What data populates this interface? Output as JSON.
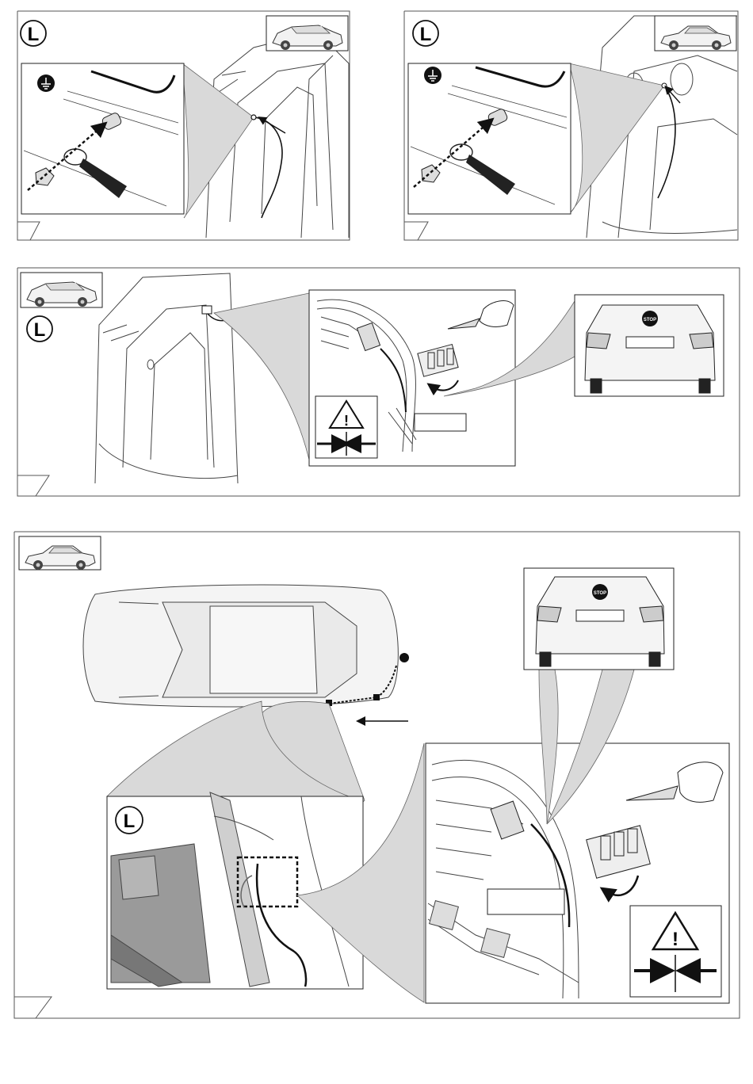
{
  "panels": {
    "p1": {
      "side_marker": "L"
    },
    "p2": {
      "side_marker": "L"
    },
    "p3": {
      "side_marker": "L",
      "stop_sign": "STOP"
    },
    "p4": {
      "side_marker": "L",
      "stop_sign": "STOP"
    }
  },
  "icons": {
    "ground": "ground-icon",
    "warning": "warning-triangle-icon",
    "crimp": "crimp-arrows-icon",
    "car_estate": "estate-car-thumbnail",
    "car_sedan": "sedan-car-thumbnail"
  },
  "colors": {
    "line": "#222222",
    "panel_border": "#555555",
    "shade": "#d9d9d9"
  }
}
